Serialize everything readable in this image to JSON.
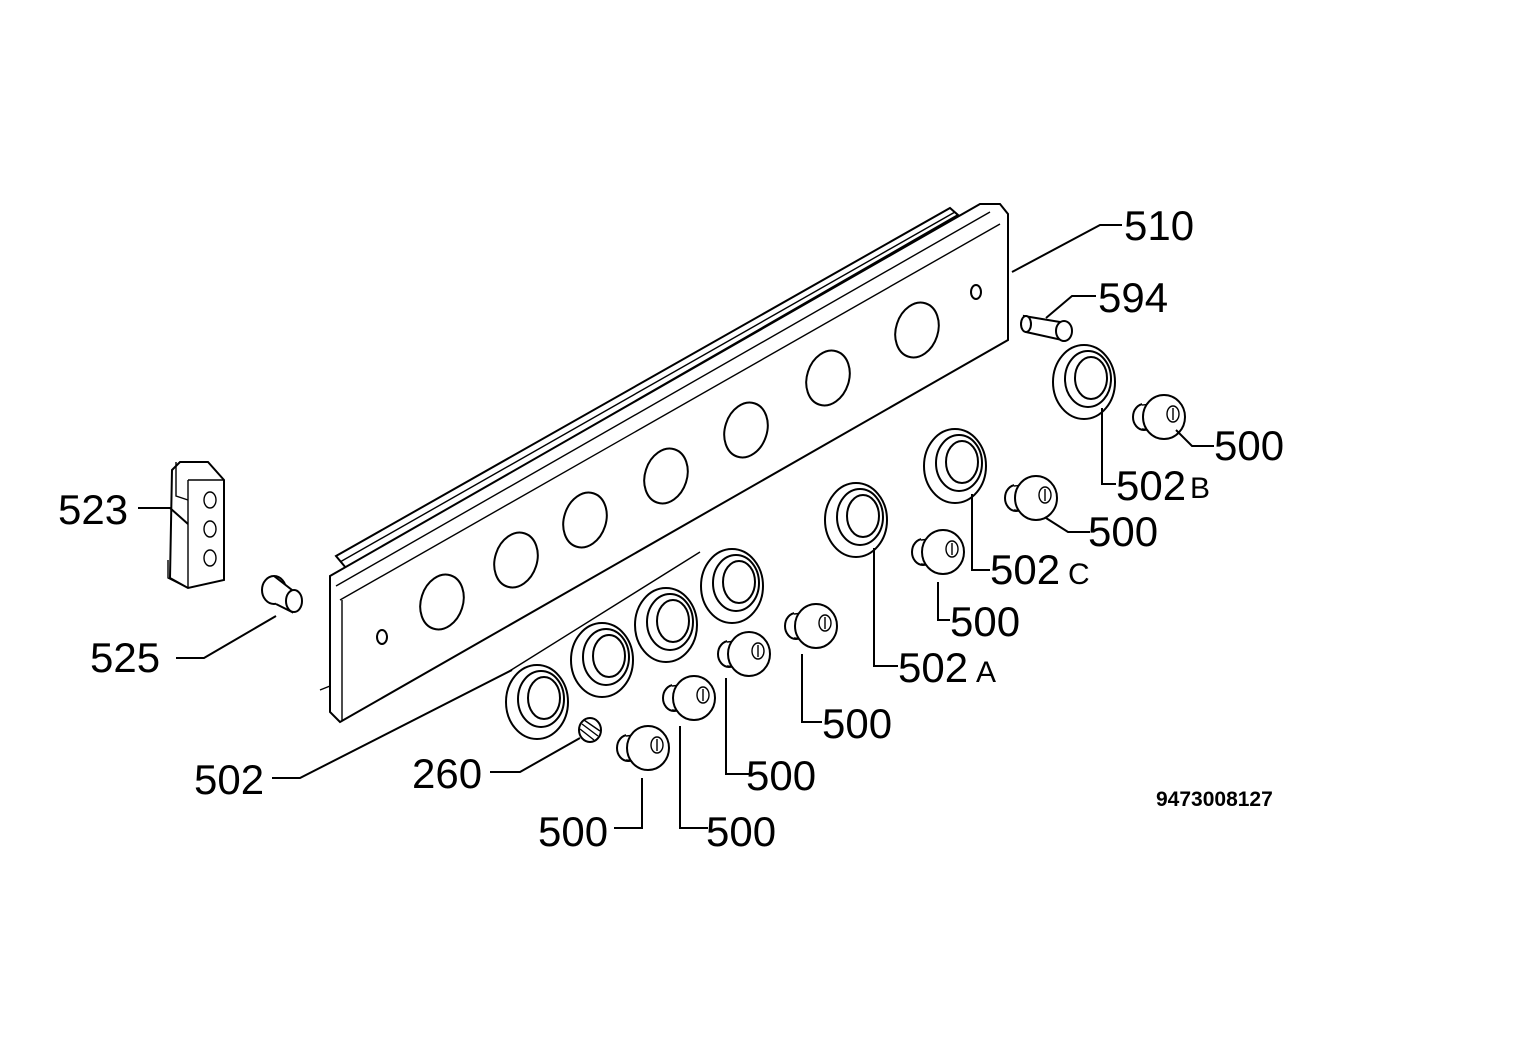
{
  "diagram": {
    "drawing_number": "9473008127",
    "labels": {
      "panel": "510",
      "switch_pin": "594",
      "bracket": "523",
      "bracket_screw": "525",
      "bezel": "502",
      "spring": "260",
      "bezel_a": "502",
      "bezel_a_suffix": "A",
      "bezel_b": "502",
      "bezel_b_suffix": "B",
      "bezel_c": "502",
      "bezel_c_suffix": "C",
      "knob": "500"
    }
  }
}
